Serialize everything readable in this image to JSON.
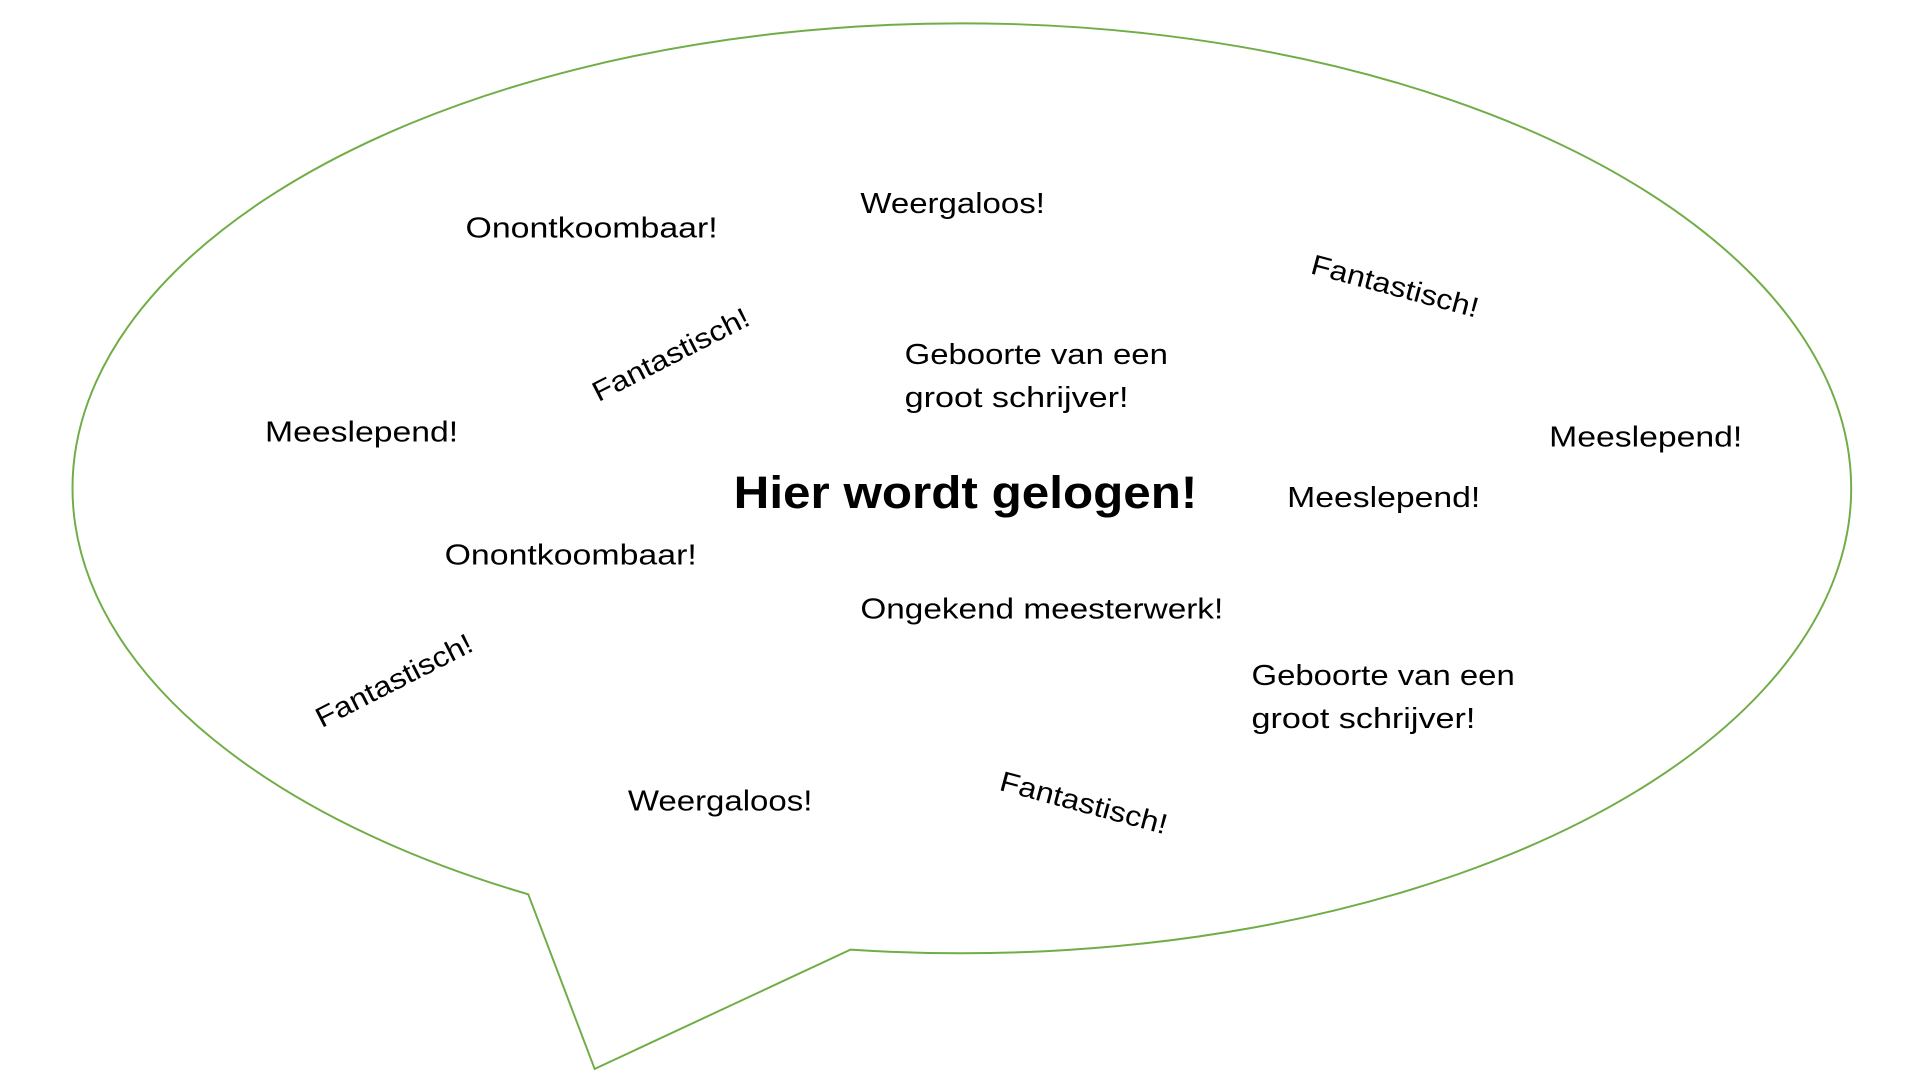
{
  "colors": {
    "outline": "#70AD47",
    "text": "#000000",
    "background": "#FFFFFF"
  },
  "bubble": {
    "title": "Hier wordt gelogen!",
    "phrases": [
      "Onontkoombaar!",
      "Weergaloos!",
      "Fantastisch!",
      "Fantastisch!",
      "Geboorte van een",
      "groot schrijver!",
      "Meeslepend!",
      "Meeslepend!",
      "Meeslepend!",
      "Onontkoombaar!",
      "Ongekend meesterwerk!",
      "Fantastisch!",
      "Geboorte van een",
      "groot schrijver!",
      "Weergaloos!",
      "Fantastisch!"
    ]
  }
}
